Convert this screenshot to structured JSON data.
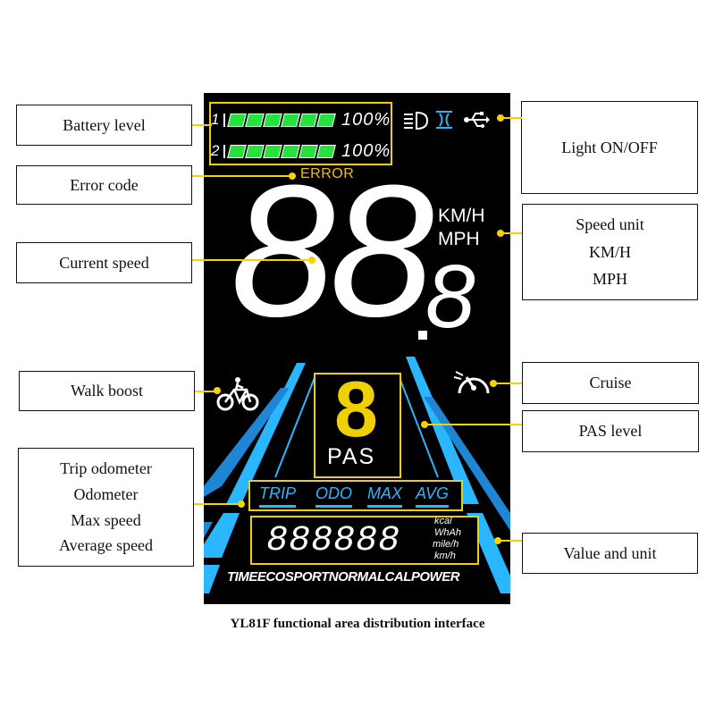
{
  "callouts": {
    "battery_level": "Battery level",
    "error_code": "Error code",
    "current_speed": "Current speed",
    "walk_boost": "Walk boost",
    "trip_group": [
      "Trip odometer",
      "Odometer",
      "Max speed",
      "Average speed"
    ],
    "light": "Light ON/OFF",
    "speed_unit": [
      "Speed unit",
      "KM/H",
      "MPH"
    ],
    "cruise": "Cruise",
    "pas_level": "PAS level",
    "value_unit": "Value and unit"
  },
  "display": {
    "battery_rows": [
      {
        "index": "1",
        "percent": "100%"
      },
      {
        "index": "2",
        "percent": "100%"
      }
    ],
    "battery_level_fraction": 1.0,
    "error_label": "ERROR",
    "speed_main": "88",
    "speed_decimal": "8",
    "speed_units": [
      "KM/H",
      "MPH"
    ],
    "pas_digit": "8",
    "pas_label": "PAS",
    "modes": [
      "TRIP",
      "ODO",
      "MAX",
      "AVG"
    ],
    "value_digits": "888888",
    "value_units": [
      "kcal",
      "WhAh",
      "mile/h",
      "km/h"
    ],
    "bottom_modes": "TIMEECOSPORTNORMALCALPOWER"
  },
  "icons": [
    "headlight-icon",
    "high-beam-icon",
    "usb-icon",
    "walk-bike-icon",
    "cruise-gauge-icon"
  ],
  "colors": {
    "highlight": "#f0d000",
    "battery": "#27e23c",
    "accent_blue": "#2ab7ff",
    "panel": "#000000"
  },
  "caption": "YL81F functional area distribution interface"
}
